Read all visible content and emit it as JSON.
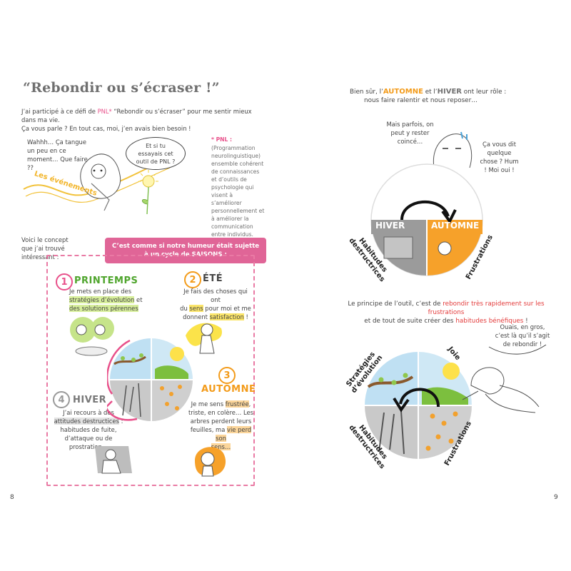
{
  "left_page": {
    "title": "“Rebondir ou s’écraser !”",
    "intro_1a": "J’ai participé à ce défi de ",
    "intro_pnl": "PNL*",
    "intro_1b": " “Rebondir ou s’écraser” pour me sentir mieux dans ma vie.",
    "intro_2": "Ça vous parle ? En tout cas, moi, j’en avais bien besoin !",
    "speech_1": "Wahhh… Ça tangue un peu en ce moment… Que faire ??",
    "speech_2": "Et si tu essayais cet outil de PNL ?",
    "wave_label": "Les événements",
    "footnote_title": "* PNL :",
    "footnote_text": "(Programmation neurolinguistique) ensemble cohérent de connaissances et d’outils de psychologie qui visent à s’améliorer personnellement et à améliorer la communication entre individus.",
    "concept_intro": "Voici le concept que j’ai trouvé intéressant :",
    "banner_a": "C’est comme si notre humeur était sujette à un cycle de ",
    "banner_b": "SAISONS",
    "banner_c": " :",
    "printemps": {
      "num": "1",
      "name": "PRINTEMPS",
      "t1": "Je mets en place des",
      "t2": "stratégies d’évolution",
      "t3": " et",
      "t4": "des solutions pérennes"
    },
    "ete": {
      "num": "2",
      "name": "ÉTÉ",
      "t1": "Je fais des choses qui ont",
      "t2": "du ",
      "t3": "sens",
      "t4": " pour moi et me",
      "t5": "donnent ",
      "t6": "satisfaction",
      "t7": " !"
    },
    "automne": {
      "num": "3",
      "name": "AUTOMNE",
      "t1": "Je me sens ",
      "t2": "frustrée",
      "t3": ",",
      "t4": "triste, en colère… Les",
      "t5": "arbres perdent leurs",
      "t6": "feuilles, ma ",
      "t7": "vie perd son",
      "t8": "sens…"
    },
    "hiver": {
      "num": "4",
      "name": "HIVER",
      "t1": "J’ai recours à des",
      "t2": "attitudes destructices",
      "t3": " :",
      "t4": "habitudes de fuite,",
      "t5": "d’attaque ou de",
      "t6": "prostration…"
    },
    "page_number": "8"
  },
  "right_page": {
    "intro_a": "Bien sûr, l’",
    "intro_automne": "AUTOMNE",
    "intro_b": " et l’",
    "intro_hiver": "HIVER",
    "intro_c": " ont leur rôle :",
    "intro_2": "nous faire ralentir et nous reposer…",
    "speech_1": "Mais parfois, on peut y rester coincé…",
    "speech_2": "Ça vous dit quelque chose ? Hum ! Moi oui !",
    "circle1": {
      "hiver": "HIVER",
      "automne": "AUTOMNE",
      "label_left": "Habitudes destructrices",
      "label_right": "Frustrations"
    },
    "principle_a": "Le principe de l’outil, c’est de ",
    "principle_b": "rebondir très rapidement sur les frustrations",
    "principle_c": "et de tout de suite créer des ",
    "principle_d": "habitudes bénéfiques",
    "principle_e": " !",
    "speech_3": "Ouais, en gros, c’est là qu’il s’agit de rebondir !",
    "circle2": {
      "tl": "Stratégies d’évolution",
      "tr": "Joie",
      "bl": "Habitudes destructrices",
      "br": "Frustrations"
    },
    "page_number": "9"
  },
  "colors": {
    "pink": "#e8508a",
    "orange": "#f39b1a",
    "green": "#4fa52d",
    "red": "#e33b3b",
    "gray": "#8a8a8a",
    "sky": "#bfe0f3"
  }
}
